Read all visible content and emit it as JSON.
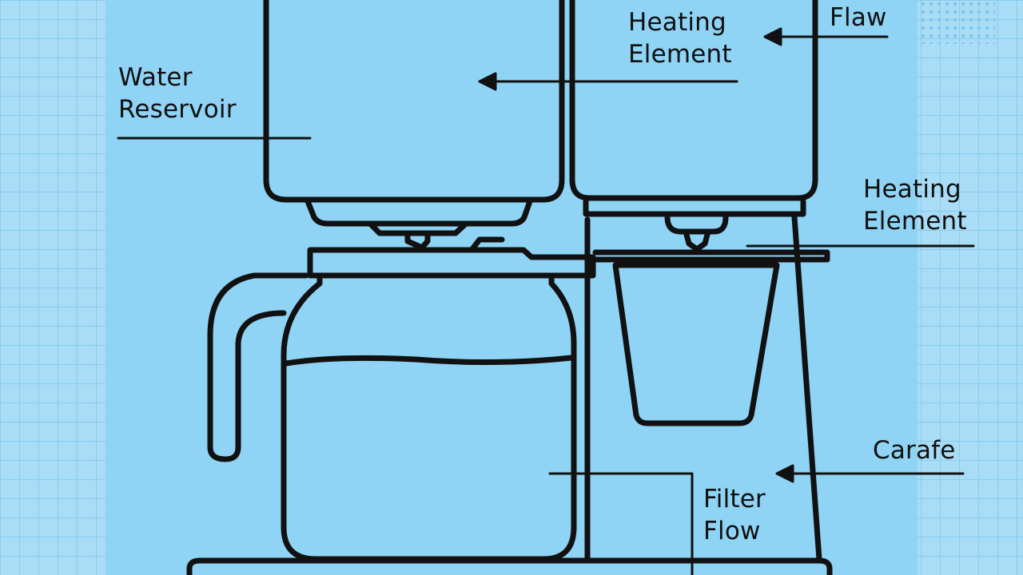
{
  "colors": {
    "background": "#a9dcf5",
    "grid_line": "#7ec6ec",
    "panel": "#8fd3f5",
    "stroke": "#111111",
    "text": "#111111"
  },
  "labels": {
    "water_reservoir": {
      "line1": "Water",
      "line2": "Reservoir"
    },
    "heating_element_top": {
      "line1": "Heating",
      "line2": "Element"
    },
    "flow_top": {
      "line1": "Flaw"
    },
    "heating_element_side": {
      "line1": "Heating",
      "line2": "Element"
    },
    "carafe": {
      "line1": "Carafe"
    },
    "filter_flow": {
      "line1": "Filter",
      "line2": "Flow"
    }
  }
}
